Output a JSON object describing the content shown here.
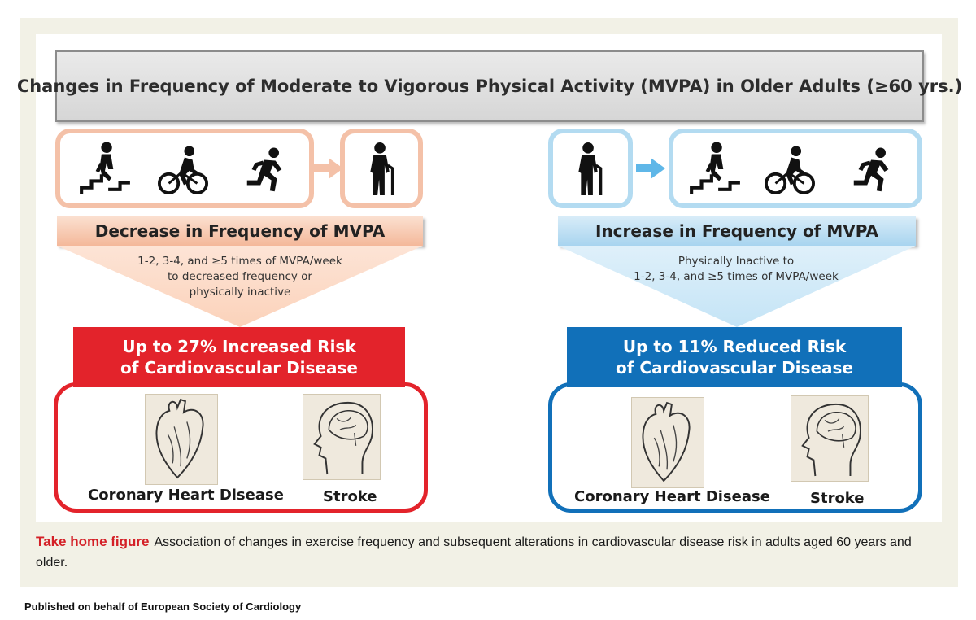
{
  "title": "Changes in Frequency of Moderate to Vigorous Physical Activity (MVPA) in Older Adults (≥60 yrs.)",
  "left": {
    "activities": [
      "stairs-climber-icon",
      "cyclist-icon",
      "runner-icon"
    ],
    "result_icon": "elderly-person-cane-icon",
    "banner": "Decrease in Frequency of MVPA",
    "description": [
      "1-2, 3-4, and ≥5 times of MVPA/week",
      "to decreased frequency or",
      "physically inactive"
    ],
    "risk": [
      "Up to 27% Increased Risk",
      "of Cardiovascular Disease"
    ],
    "outcomes": [
      {
        "label": "Coronary Heart Disease",
        "icon": "heart-sketch-icon"
      },
      {
        "label": "Stroke",
        "icon": "brain-head-sketch-icon"
      }
    ],
    "colors": {
      "border": "#f4c1a8",
      "risk": "#e3232b"
    }
  },
  "right": {
    "start_icon": "elderly-person-cane-icon",
    "activities": [
      "stairs-climber-icon",
      "cyclist-icon",
      "runner-icon"
    ],
    "banner": "Increase in Frequency of MVPA",
    "description": [
      "Physically Inactive to",
      "1-2, 3-4, and ≥5 times of MVPA/week"
    ],
    "risk": [
      "Up to 11% Reduced Risk",
      "of Cardiovascular Disease"
    ],
    "outcomes": [
      {
        "label": "Coronary Heart Disease",
        "icon": "heart-sketch-icon"
      },
      {
        "label": "Stroke",
        "icon": "brain-head-sketch-icon"
      }
    ],
    "colors": {
      "border": "#b3dbf1",
      "risk": "#1170b9"
    }
  },
  "caption": {
    "label": "Take home figure",
    "text": "Association of changes in exercise frequency and subsequent alterations in cardiovascular disease risk in adults aged 60 years and older."
  },
  "publisher": "Published on behalf of European Society of Cardiology"
}
